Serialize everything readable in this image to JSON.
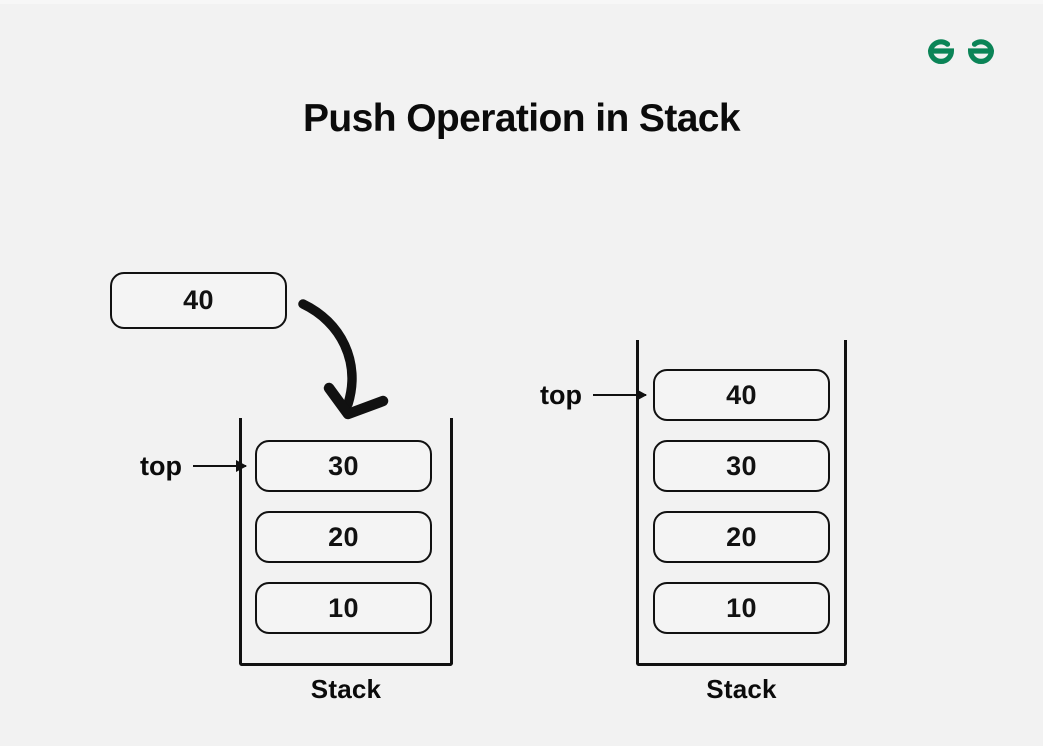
{
  "page": {
    "title": "Push Operation in Stack",
    "background_color": "#f2f2f2",
    "ink_color": "#111111"
  },
  "brand": {
    "logo_name": "geeksforgeeks-logo",
    "logo_color": "#0b8457"
  },
  "diagram": {
    "pushed_element": {
      "label": "40",
      "name": "push-value-box"
    },
    "push_arrow": {
      "name": "curved-push-arrow",
      "direction": "down-right-into-stack"
    },
    "stacks": [
      {
        "id": "before",
        "caption": "Stack",
        "pointer_label": "top",
        "pointer_target_value": "30",
        "items": [
          "30",
          "20",
          "10"
        ]
      },
      {
        "id": "after",
        "caption": "Stack",
        "pointer_label": "top",
        "pointer_target_value": "40",
        "items": [
          "40",
          "30",
          "20",
          "10"
        ]
      }
    ]
  }
}
